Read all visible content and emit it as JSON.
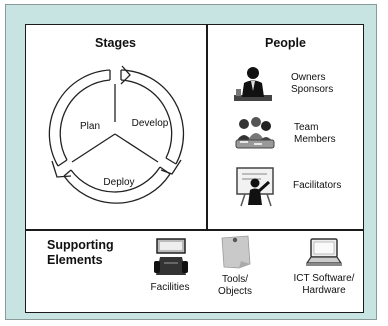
{
  "stages": {
    "title": "Stages",
    "items": [
      "Plan",
      "Develop",
      "Deploy"
    ]
  },
  "people": {
    "title": "People",
    "items": [
      {
        "line1": "Owners",
        "line2": "Sponsors",
        "icon": "business-person-icon"
      },
      {
        "line1": "Team",
        "line2": "Members",
        "icon": "team-meeting-icon"
      },
      {
        "line1": "Facilitators",
        "line2": "",
        "icon": "presenter-whiteboard-icon"
      }
    ]
  },
  "supporting": {
    "title_line1": "Supporting",
    "title_line2": "Elements",
    "items": [
      {
        "line1": "Facilities",
        "line2": "",
        "icon": "meeting-room-icon"
      },
      {
        "line1": "Tools/",
        "line2": "Objects",
        "icon": "sticky-note-icon"
      },
      {
        "line1": "ICT Software/",
        "line2": "Hardware",
        "icon": "laptop-icon"
      }
    ]
  },
  "colors": {
    "background_panel": "#c8e4e2",
    "border": "#1a1a1a"
  }
}
